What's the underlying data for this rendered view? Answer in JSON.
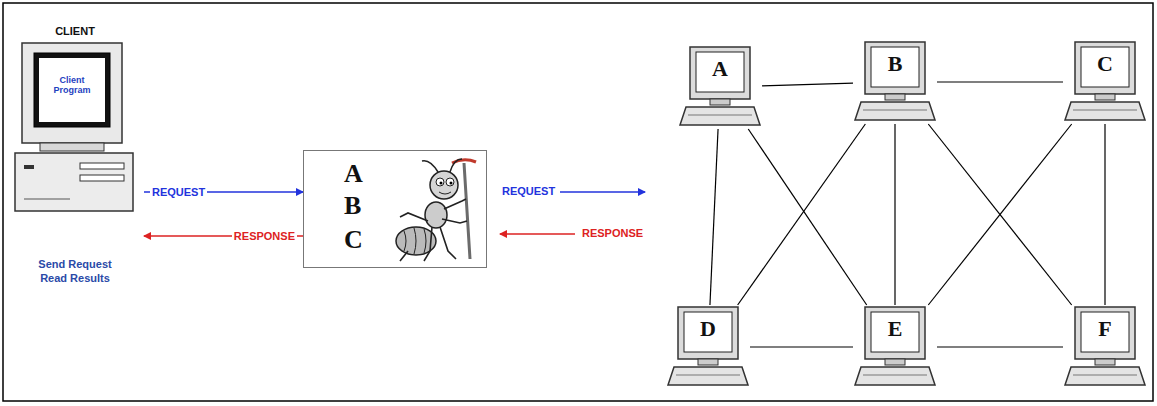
{
  "diagram": {
    "nodes": [
      {
        "text": [
          "CLIENT",
          "Client Program",
          "Send Request Read Results"
        ]
      },
      {
        "text": [
          "A",
          "B",
          "C"
        ]
      },
      {
        "text": [
          "A"
        ]
      },
      {
        "text": [
          "B"
        ]
      },
      {
        "text": [
          "C"
        ]
      },
      {
        "text": [
          "D"
        ]
      },
      {
        "text": [
          "E"
        ]
      },
      {
        "text": [
          "F"
        ]
      }
    ],
    "edges": [
      {
        "from": 0,
        "to": 1,
        "label": "REQUEST",
        "arrow": "to"
      },
      {
        "from": 1,
        "to": 0,
        "label": "RESPONSE",
        "arrow": "to"
      },
      {
        "from": 2,
        "to": 3,
        "arrow": "none"
      },
      {
        "from": 3,
        "to": 4,
        "arrow": "none"
      },
      {
        "from": 2,
        "to": 5,
        "arrow": "none"
      },
      {
        "from": 2,
        "to": 6,
        "arrow": "none"
      },
      {
        "from": 3,
        "to": 5,
        "arrow": "none"
      },
      {
        "from": 3,
        "to": 6,
        "arrow": "none"
      },
      {
        "from": 3,
        "to": 7,
        "arrow": "none"
      },
      {
        "from": 4,
        "to": 6,
        "arrow": "none"
      },
      {
        "from": 4,
        "to": 7,
        "arrow": "none"
      },
      {
        "from": 5,
        "to": 6,
        "arrow": "none"
      },
      {
        "from": 6,
        "to": 7,
        "arrow": "none"
      }
    ],
    "labels": [
      "REQUEST",
      "RESPONSE"
    ]
  }
}
